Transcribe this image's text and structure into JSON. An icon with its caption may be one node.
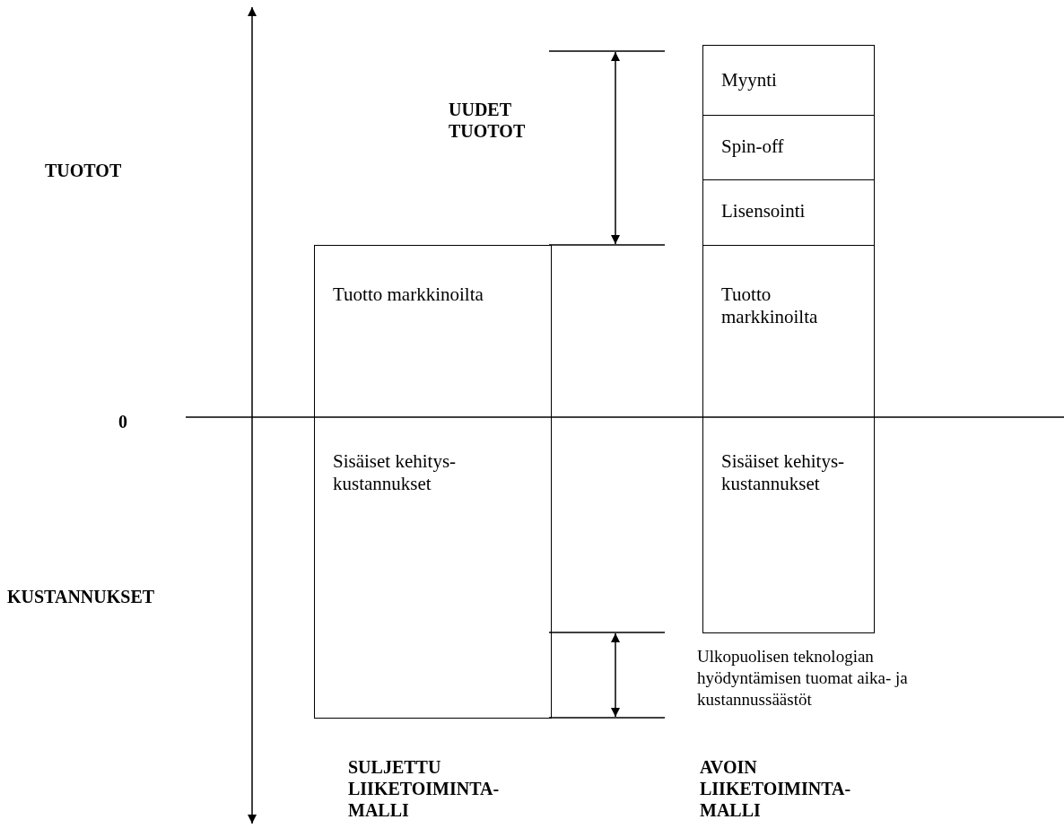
{
  "diagram": {
    "nodes": [
      {
        "text": [
          "Tuotto markkinoilta",
          "Sisäiset kehitys- kustannukset"
        ]
      },
      {
        "text": [
          "Myynti"
        ]
      },
      {
        "text": [
          "Spin-off"
        ]
      },
      {
        "text": [
          "Lisensointi"
        ]
      },
      {
        "text": [
          "Tuotto markkinoilta",
          "Sisäiset kehitys- kustannukset"
        ]
      }
    ],
    "labels": [
      "TUOTOT",
      "UUDET TUOTOT",
      "0",
      "KUSTANNUKSET",
      "Ulkopuolisen teknologian hyödyntämisen tuomat aika- ja kustannussäästöt",
      "SULJETTU LIIKETOIMINTA-MALLI",
      "AVOIN LIIKETOIMINTA-MALLI"
    ]
  }
}
